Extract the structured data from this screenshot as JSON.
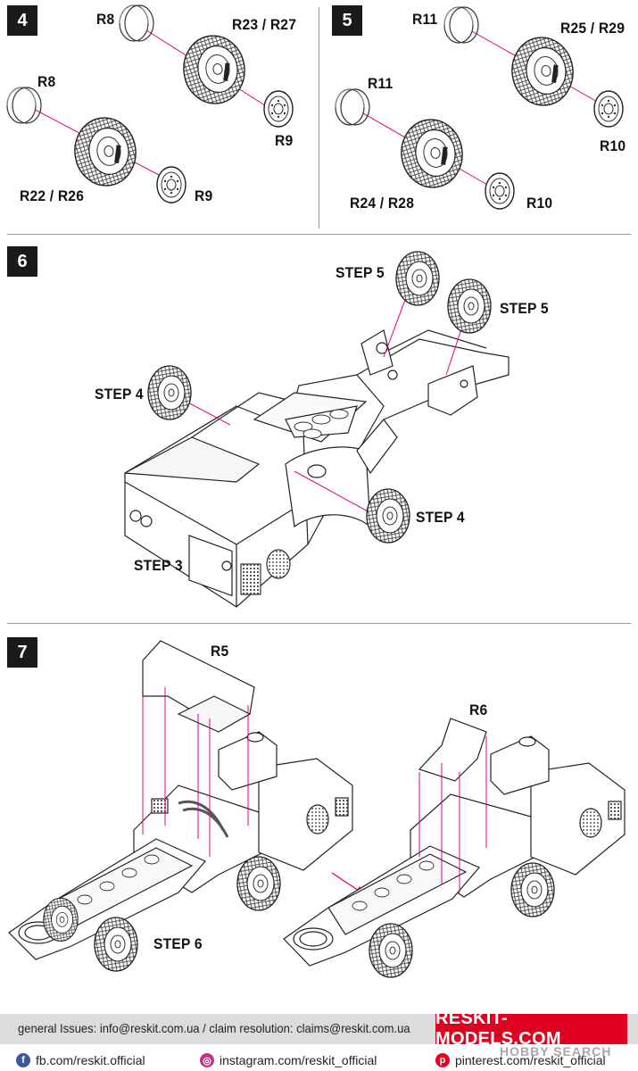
{
  "steps": {
    "s4": {
      "number": "4",
      "labels": {
        "hub_top": "R8",
        "tire_top": "R23 / R27",
        "cap_top": "R9",
        "hub_left": "R8",
        "tire_left": "R22 / R26",
        "cap_left": "R9"
      }
    },
    "s5": {
      "number": "5",
      "labels": {
        "hub_top": "R11",
        "tire_top": "R25 / R29",
        "cap_top": "R10",
        "hub_left": "R11",
        "tire_left": "R24 / R28",
        "cap_left": "R10"
      }
    },
    "s6": {
      "number": "6",
      "labels": {
        "step5_a": "STEP 5",
        "step5_b": "STEP 5",
        "step4_a": "STEP 4",
        "step4_b": "STEP 4",
        "step3": "STEP 3"
      }
    },
    "s7": {
      "number": "7",
      "labels": {
        "r5": "R5",
        "r6": "R6",
        "step6": "STEP 6"
      }
    }
  },
  "footer": {
    "contacts": "general Issues: info@reskit.com.ua / claim resolution: claims@reskit.com.ua",
    "brand": "RESKIT-MODELS.COM",
    "facebook": "fb.com/reskit.official",
    "instagram": "instagram.com/reskit_official",
    "pinterest": "pinterest.com/reskit_official",
    "watermark": "HOBBY SEARCH"
  },
  "colors": {
    "leader": "#e4007f",
    "brand": "#e1001f",
    "ink": "#1a1a1a"
  },
  "icons": {
    "facebook": "facebook-icon",
    "instagram": "instagram-icon",
    "pinterest": "pinterest-icon"
  }
}
